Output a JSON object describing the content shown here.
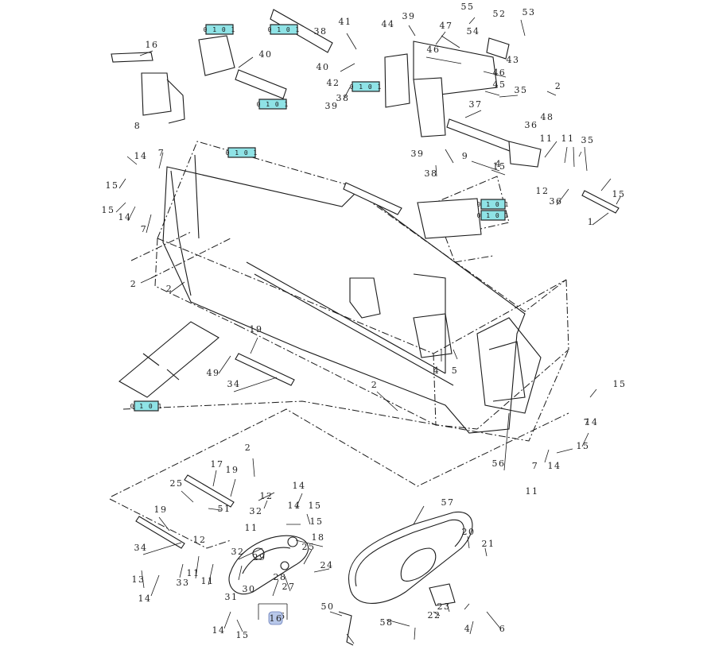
{
  "colors": {
    "highlight_fill": "#8fe3e6",
    "highlight_border": "#222222",
    "callout_bubble_fill": "#b8c8ea",
    "line": "#1a1a1a",
    "background": "#ffffff"
  },
  "callouts": [
    {
      "label": "1"
    },
    {
      "label": "2"
    },
    {
      "label": "2"
    },
    {
      "label": "2"
    },
    {
      "label": "2"
    },
    {
      "label": "2"
    },
    {
      "label": "4"
    },
    {
      "label": "4"
    },
    {
      "label": "4"
    },
    {
      "label": "5"
    },
    {
      "label": "6"
    },
    {
      "label": "7"
    },
    {
      "label": "7"
    },
    {
      "label": "7"
    },
    {
      "label": "7"
    },
    {
      "label": "8"
    },
    {
      "label": "9"
    },
    {
      "label": "11"
    },
    {
      "label": "11"
    },
    {
      "label": "11"
    },
    {
      "label": "11"
    },
    {
      "label": "11"
    },
    {
      "label": "11"
    },
    {
      "label": "12"
    },
    {
      "label": "12"
    },
    {
      "label": "12"
    },
    {
      "label": "13"
    },
    {
      "label": "14"
    },
    {
      "label": "14"
    },
    {
      "label": "14"
    },
    {
      "label": "14"
    },
    {
      "label": "14"
    },
    {
      "label": "14"
    },
    {
      "label": "14"
    },
    {
      "label": "14"
    },
    {
      "label": "15"
    },
    {
      "label": "15"
    },
    {
      "label": "15"
    },
    {
      "label": "15"
    },
    {
      "label": "15"
    },
    {
      "label": "15"
    },
    {
      "label": "15"
    },
    {
      "label": "15"
    },
    {
      "label": "15"
    },
    {
      "label": "16"
    },
    {
      "label": "16"
    },
    {
      "label": "17"
    },
    {
      "label": "18"
    },
    {
      "label": "19"
    },
    {
      "label": "19"
    },
    {
      "label": "19"
    },
    {
      "label": "20"
    },
    {
      "label": "21"
    },
    {
      "label": "22"
    },
    {
      "label": "23"
    },
    {
      "label": "24"
    },
    {
      "label": "25"
    },
    {
      "label": "25"
    },
    {
      "label": "27"
    },
    {
      "label": "28"
    },
    {
      "label": "29"
    },
    {
      "label": "30"
    },
    {
      "label": "31"
    },
    {
      "label": "32"
    },
    {
      "label": "32"
    },
    {
      "label": "33"
    },
    {
      "label": "34"
    },
    {
      "label": "34"
    },
    {
      "label": "35"
    },
    {
      "label": "35"
    },
    {
      "label": "36"
    },
    {
      "label": "36"
    },
    {
      "label": "37"
    },
    {
      "label": "38"
    },
    {
      "label": "38"
    },
    {
      "label": "38"
    },
    {
      "label": "39"
    },
    {
      "label": "39"
    },
    {
      "label": "39"
    },
    {
      "label": "40"
    },
    {
      "label": "40"
    },
    {
      "label": "41"
    },
    {
      "label": "42"
    },
    {
      "label": "43"
    },
    {
      "label": "44"
    },
    {
      "label": "45"
    },
    {
      "label": "46"
    },
    {
      "label": "47"
    },
    {
      "label": "48"
    },
    {
      "label": "49"
    },
    {
      "label": "50"
    },
    {
      "label": "51"
    },
    {
      "label": "52"
    },
    {
      "label": "53"
    },
    {
      "label": "54"
    },
    {
      "label": "55"
    },
    {
      "label": "56"
    },
    {
      "label": "57"
    },
    {
      "label": "58"
    },
    {
      "label": "4"
    },
    {
      "label": "6"
    }
  ],
  "highlight_boxes": [
    {
      "text": "0 1 0 1"
    },
    {
      "text": "0 1 0 1"
    },
    {
      "text": "0 1 0 1"
    },
    {
      "text": "0 1 0 1"
    },
    {
      "text": "0 1 0 1"
    },
    {
      "text": "0 1 0 1"
    },
    {
      "text": "0 1 0 1"
    },
    {
      "text": "0 1 0 1"
    }
  ],
  "selected_callout": {
    "label": "16"
  }
}
